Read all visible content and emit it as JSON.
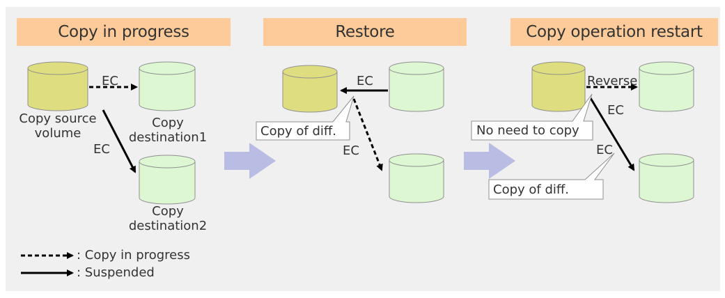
{
  "panels": [
    {
      "title": "Copy in progress"
    },
    {
      "title": "Restore"
    },
    {
      "title": "Copy operation restart"
    }
  ],
  "labels": {
    "ec": "EC",
    "reverse": "Reverse",
    "copy_source_volume_l1": "Copy source",
    "copy_source_volume_l2": "volume",
    "copy_destination1_l1": "Copy",
    "copy_destination1_l2": "destination1",
    "copy_destination2_l1": "Copy",
    "copy_destination2_l2": "destination2"
  },
  "callouts": {
    "restore_copy_of_diff": "Copy of diff.",
    "no_need_to_copy": "No need to copy",
    "restart_copy_of_diff": "Copy of diff."
  },
  "legend": {
    "copy_in_progress": ": Copy in progress",
    "suspended": ": Suspended"
  },
  "colors": {
    "panel_background": "#f0f0f0",
    "banner": "#fccb99",
    "source_volume_fill": "#dede80",
    "destination_volume_fill": "#dcf7d2",
    "flow_arrow": "#b9bce3"
  }
}
